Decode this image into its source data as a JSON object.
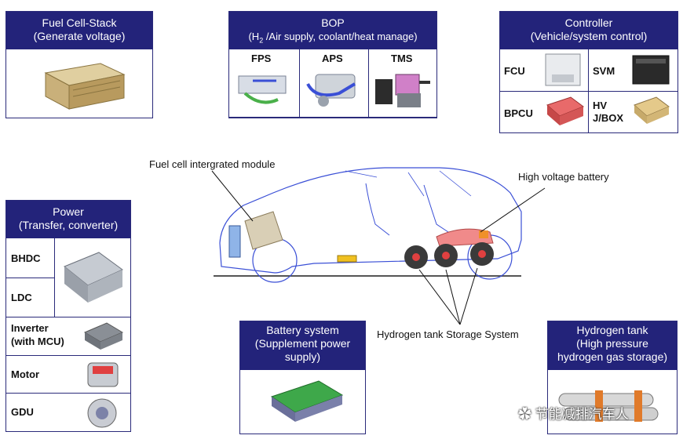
{
  "fuel_cell_stack": {
    "title": "Fuel Cell-Stack",
    "subtitle": "(Generate voltage)"
  },
  "bop": {
    "title": "BOP",
    "subtitle_pre": "(H",
    "subtitle_sub": "2",
    "subtitle_post": " /Air supply, coolant/heat manage)",
    "items": [
      "FPS",
      "APS",
      "TMS"
    ]
  },
  "controller": {
    "title": "Controller",
    "subtitle": "(Vehicle/system control)",
    "items": [
      "FCU",
      "SVM",
      "BPCU",
      "HV\nJ/BOX"
    ]
  },
  "power": {
    "title": "Power",
    "subtitle": "(Transfer, converter)",
    "items": [
      "BHDC",
      "LDC",
      "Inverter\n(with MCU)",
      "Motor",
      "GDU"
    ]
  },
  "battery_system": {
    "title": "Battery system",
    "subtitle1": "(Supplement power",
    "subtitle2": "supply)"
  },
  "hydrogen_tank": {
    "title": "Hydrogen tank",
    "subtitle1": "(High pressure",
    "subtitle2": "hydrogen gas storage)"
  },
  "annotations": {
    "fuel_cell_module": "Fuel cell intergrated module",
    "hv_battery": "High voltage battery",
    "hydrogen_storage": "Hydrogen tank Storage System"
  },
  "watermark": "节能减排汽车人",
  "colors": {
    "header": "#23237a",
    "car_outline": "#3a4fd6"
  }
}
